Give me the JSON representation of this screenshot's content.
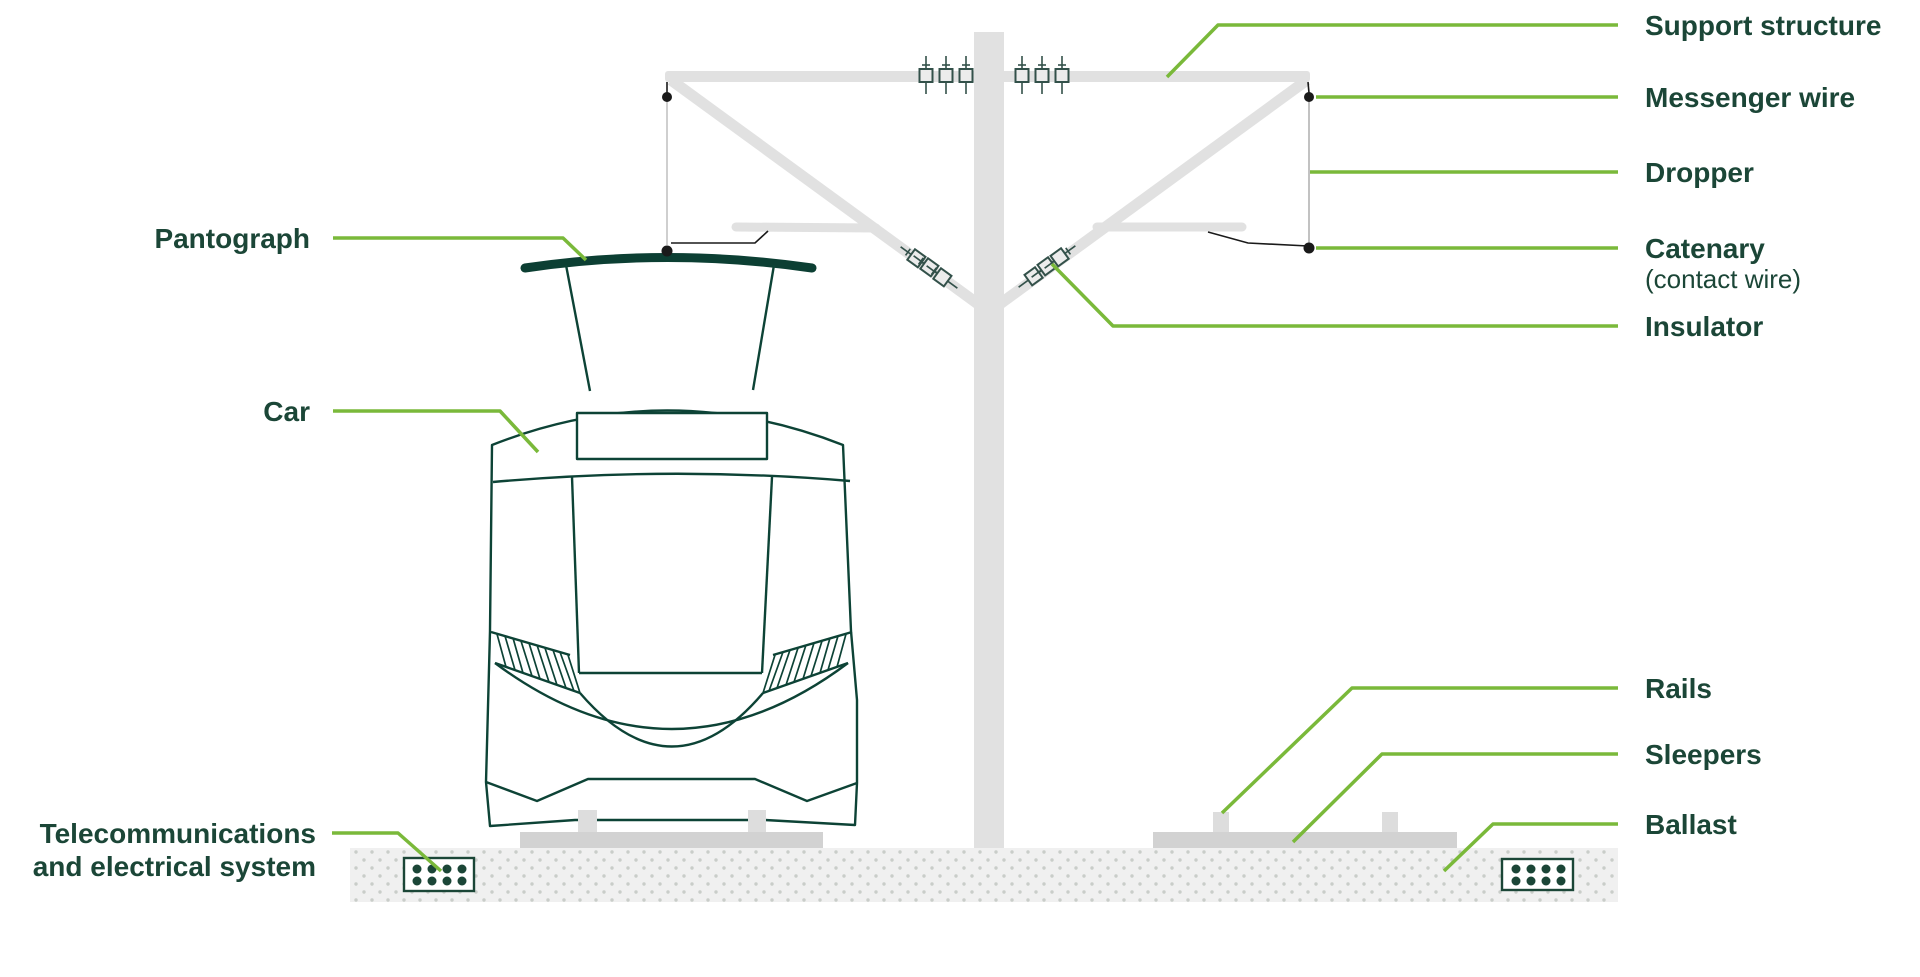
{
  "diagram": {
    "labels": {
      "support_structure": "Support structure",
      "messenger_wire": "Messenger wire",
      "dropper": "Dropper",
      "catenary": "Catenary",
      "catenary_sub": "(contact wire)",
      "insulator": "Insulator",
      "pantograph": "Pantograph",
      "car": "Car",
      "telecom_line1": "Telecommunications",
      "telecom_line2": "and electrical system",
      "rails": "Rails",
      "sleepers": "Sleepers",
      "ballast": "Ballast"
    },
    "colors": {
      "label_text": "#1b4637",
      "leader_green": "#7ab93a",
      "structure_gray": "#e1e1e1",
      "track_gray": "#d2d2d2",
      "rail_gray": "#dddddd",
      "ballast_fill": "#f0f0f0",
      "ballast_dot": "#c9cdc9",
      "car_outline": "#0d4336",
      "wire_black": "#1a1a1a",
      "dropper_gray": "#c3c3c3"
    }
  }
}
